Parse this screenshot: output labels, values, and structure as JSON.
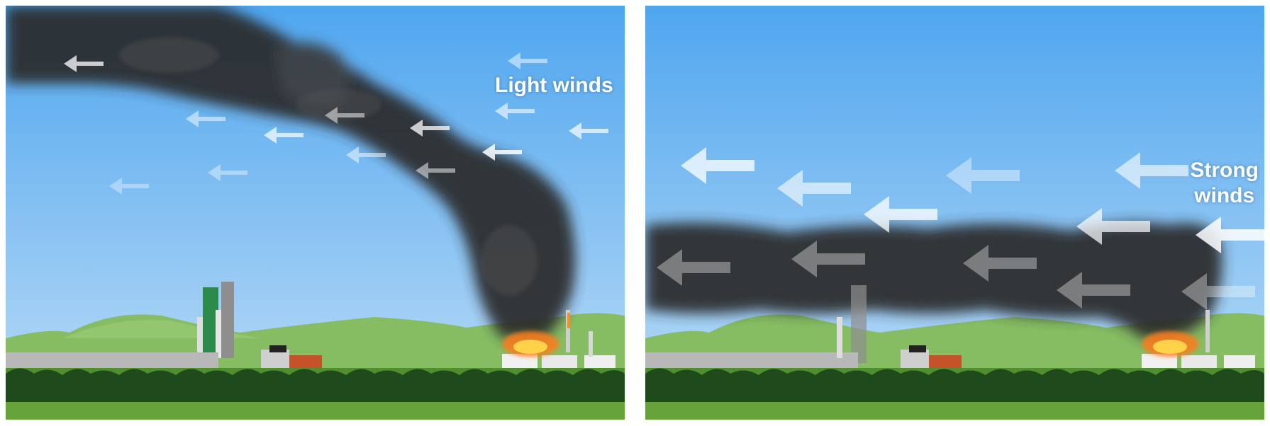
{
  "panels": {
    "left": {
      "wind_label": "Light winds"
    },
    "right": {
      "wind_label_line1": "Strong",
      "wind_label_line2": "winds"
    }
  },
  "colors": {
    "sky_top": "#4fa6ef",
    "sky_bottom": "#b8daf6",
    "smoke": "#2b2b2b",
    "hills": "#7fb85e",
    "trees": "#1f4a1c",
    "grass": "#4f8f2f",
    "arrow": "#ffffff",
    "fire": "#ff7a1a"
  },
  "icons": {
    "arrow": "left-arrow-icon",
    "fire": "fire-icon",
    "smoke": "smoke-plume"
  }
}
